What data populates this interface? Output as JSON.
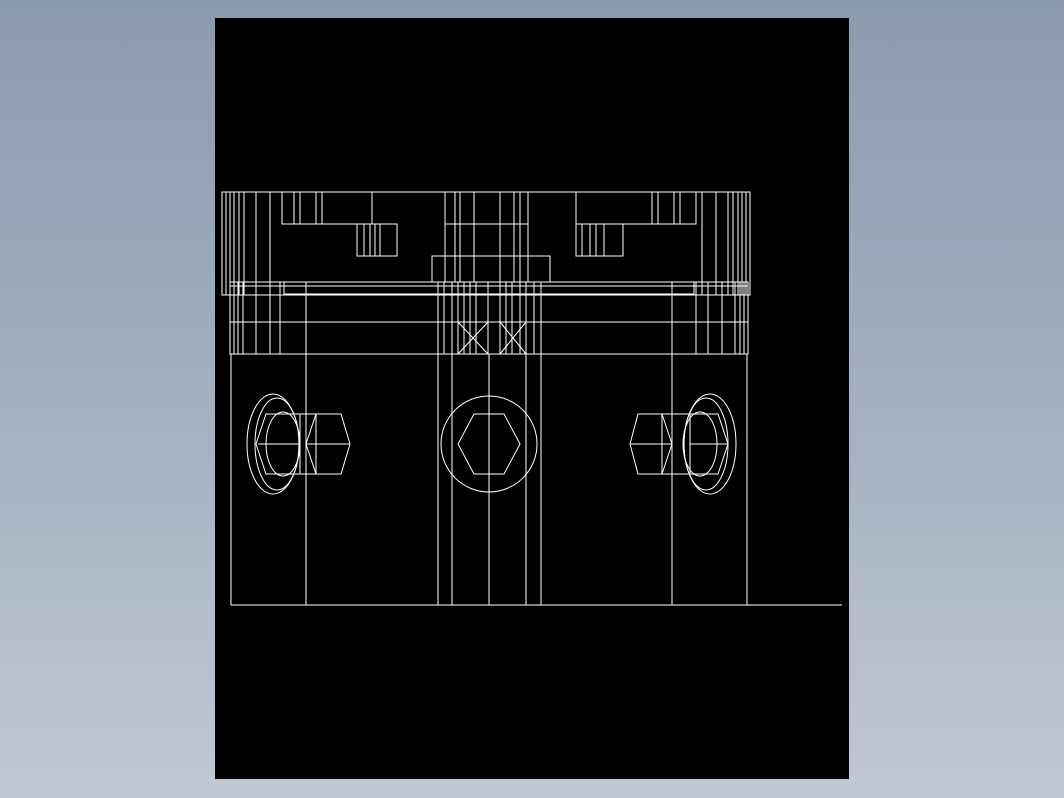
{
  "viewer": {
    "background_top": "#8a9bb0",
    "background_bottom": "#c2c7d4",
    "sheet_color": "#000000",
    "line_color": "#ffffff"
  },
  "drawing": {
    "view": "front-elevation",
    "components": [
      {
        "name": "top-gear-assembly"
      },
      {
        "name": "mounting-flange-plate"
      },
      {
        "name": "body-block"
      },
      {
        "name": "left-hex-bolt"
      },
      {
        "name": "center-hex-socket"
      },
      {
        "name": "right-hex-bolt"
      },
      {
        "name": "base-line"
      }
    ]
  }
}
